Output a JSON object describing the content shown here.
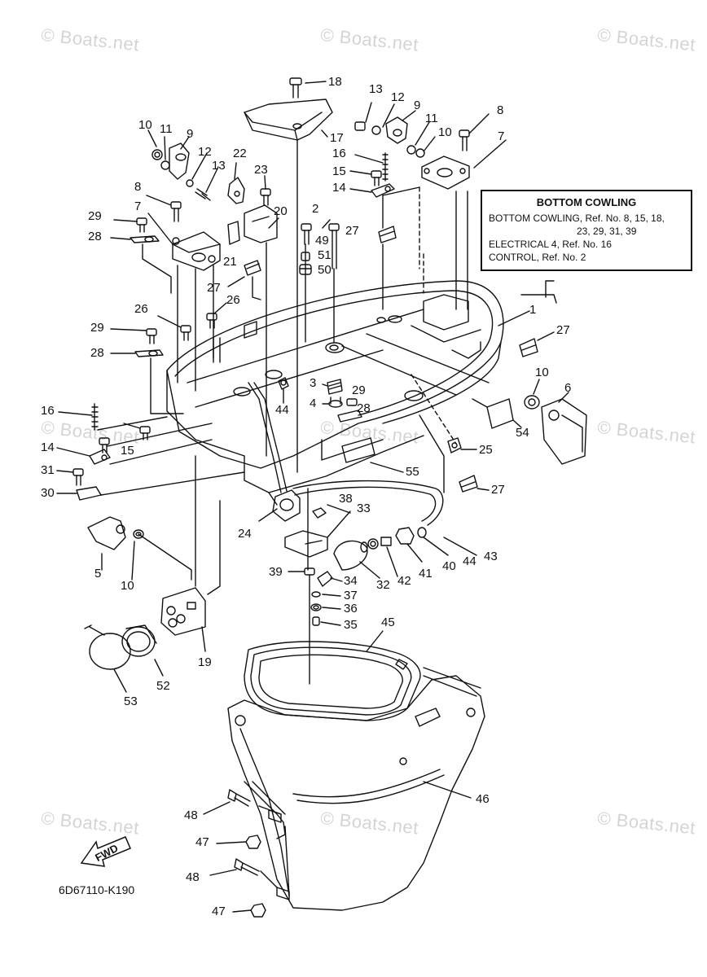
{
  "watermark": "© Boats.net",
  "legend": {
    "title": "BOTTOM COWLING",
    "line1": "BOTTOM COWLING, Ref. No. 8, 15, 18,",
    "line2": "23, 29, 31, 39",
    "line3": "ELECTRICAL 4, Ref. No. 16",
    "line4": "CONTROL, Ref. No. 2"
  },
  "part_code": "6D67110-K190",
  "fwd_label": "FWD",
  "callouts": {
    "n1": "1",
    "n2": "2",
    "n3": "3",
    "n4": "4",
    "n5": "5",
    "n6": "6",
    "n7": "7",
    "n7b": "7",
    "n8": "8",
    "n8b": "8",
    "n9": "9",
    "n9b": "9",
    "n10": "10",
    "n10b": "10",
    "n10c": "10",
    "n10d": "10",
    "n11": "11",
    "n11b": "11",
    "n12": "12",
    "n12b": "12",
    "n13": "13",
    "n13b": "13",
    "n14": "14",
    "n14b": "14",
    "n15": "15",
    "n15b": "15",
    "n16": "16",
    "n16b": "16",
    "n17": "17",
    "n18": "18",
    "n19": "19",
    "n20": "20",
    "n21": "21",
    "n22": "22",
    "n23": "23",
    "n24": "24",
    "n25": "25",
    "n26": "26",
    "n26b": "26",
    "n27": "27",
    "n27b": "27",
    "n27c": "27",
    "n27d": "27",
    "n28": "28",
    "n28b": "28",
    "n28c": "28",
    "n29": "29",
    "n29b": "29",
    "n29c": "29",
    "n30": "30",
    "n31": "31",
    "n32": "32",
    "n33": "33",
    "n34": "34",
    "n35": "35",
    "n36": "36",
    "n37": "37",
    "n38": "38",
    "n39": "39",
    "n40": "40",
    "n41": "41",
    "n42": "42",
    "n43": "43",
    "n44": "44",
    "n44b": "44",
    "n45": "45",
    "n46": "46",
    "n47": "47",
    "n47b": "47",
    "n48": "48",
    "n48b": "48",
    "n49": "49",
    "n50": "50",
    "n51": "51",
    "n52": "52",
    "n53": "53",
    "n54": "54",
    "n55": "55"
  }
}
